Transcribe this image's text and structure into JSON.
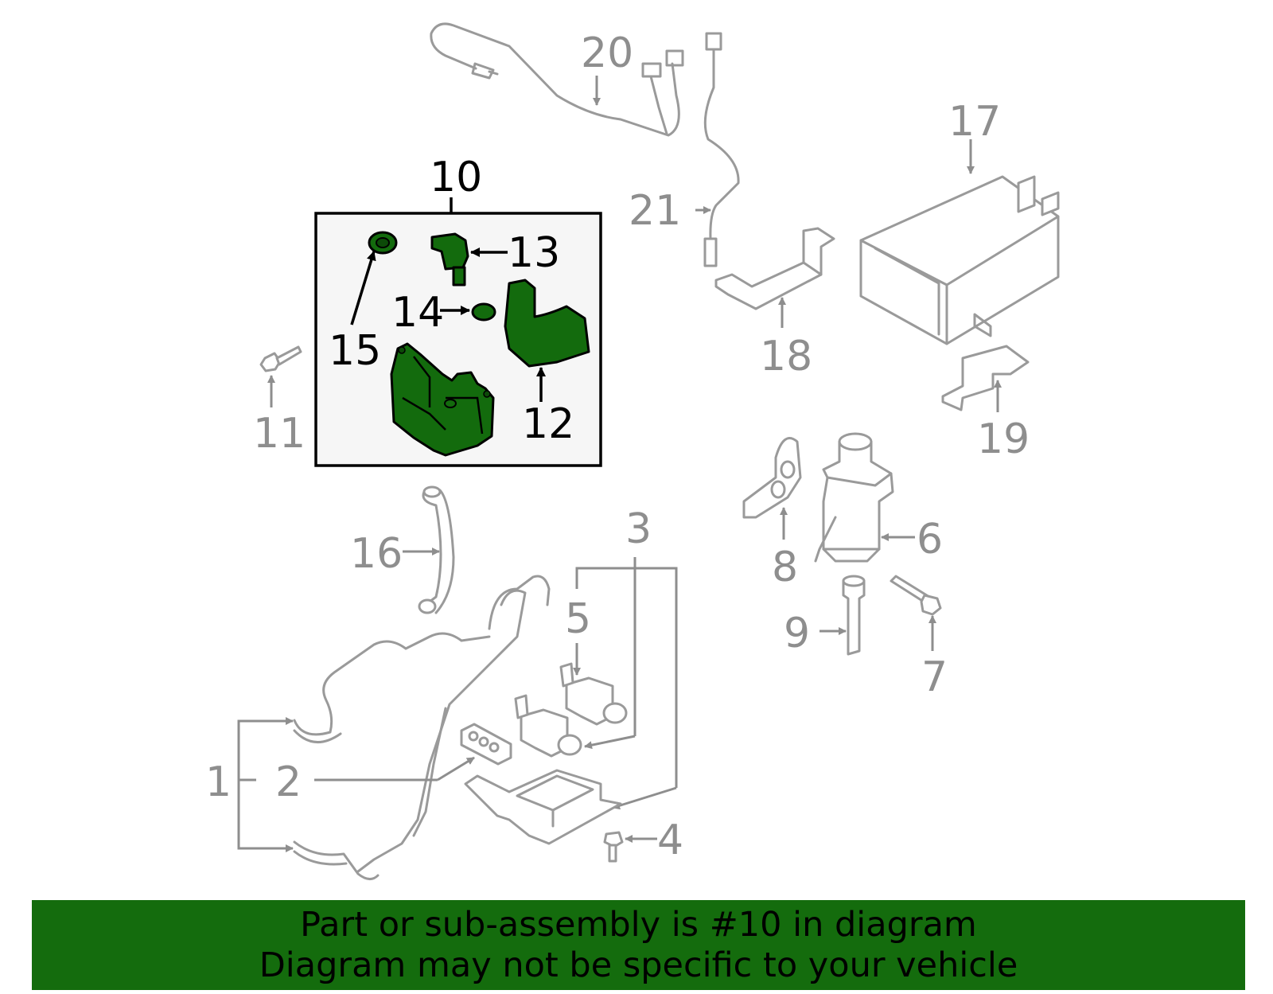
{
  "diagram": {
    "callouts": {
      "c1": "1",
      "c2": "2",
      "c3": "3",
      "c4": "4",
      "c5": "5",
      "c6": "6",
      "c7": "7",
      "c8": "8",
      "c9": "9",
      "c10": "10",
      "c11": "11",
      "c12": "12",
      "c13": "13",
      "c14": "14",
      "c15": "15",
      "c16": "16",
      "c17": "17",
      "c18": "18",
      "c19": "19",
      "c20": "20",
      "c21": "21"
    },
    "highlight_color": "#136b0d",
    "highlighted_part": "10"
  },
  "banner": {
    "line1": "Part or sub-assembly is #10 in diagram",
    "line2": "Diagram may not be specific to your vehicle",
    "background": "#146c0d"
  }
}
